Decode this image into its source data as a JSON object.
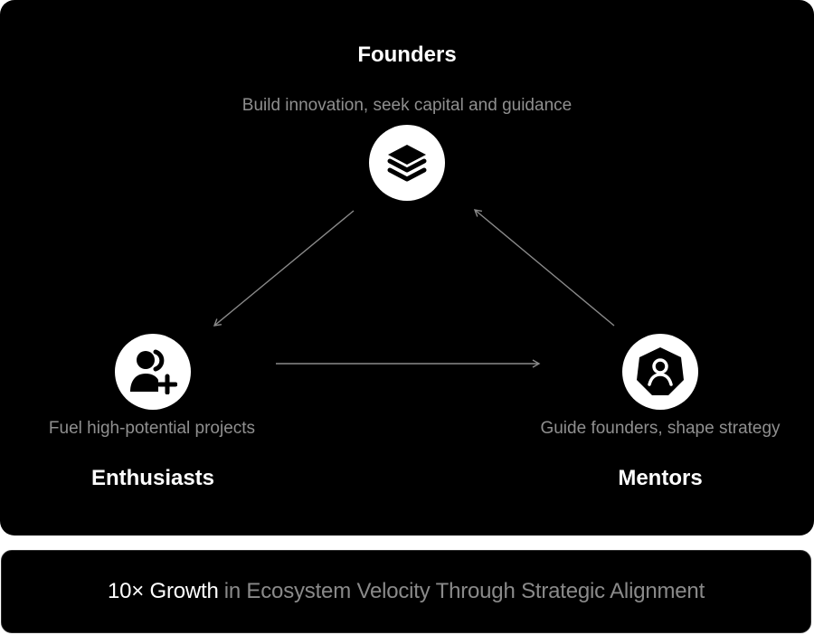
{
  "nodes": {
    "founders": {
      "title": "Founders",
      "description": "Build innovation, seek capital and guidance",
      "icon": "layers-stack-icon"
    },
    "enthusiasts": {
      "title": "Enthusiasts",
      "description": "Fuel high-potential projects",
      "icon": "add-user-icon"
    },
    "mentors": {
      "title": "Mentors",
      "description": "Guide founders, shape strategy",
      "icon": "user-badge-icon"
    }
  },
  "footer": {
    "highlight": "10× Growth",
    "text": "in Ecosystem Velocity Through Strategic Alignment"
  },
  "colors": {
    "background": "#000000",
    "primary_text": "#ffffff",
    "secondary_text": "#8f8f8f",
    "arrow": "#8a8a8a"
  }
}
